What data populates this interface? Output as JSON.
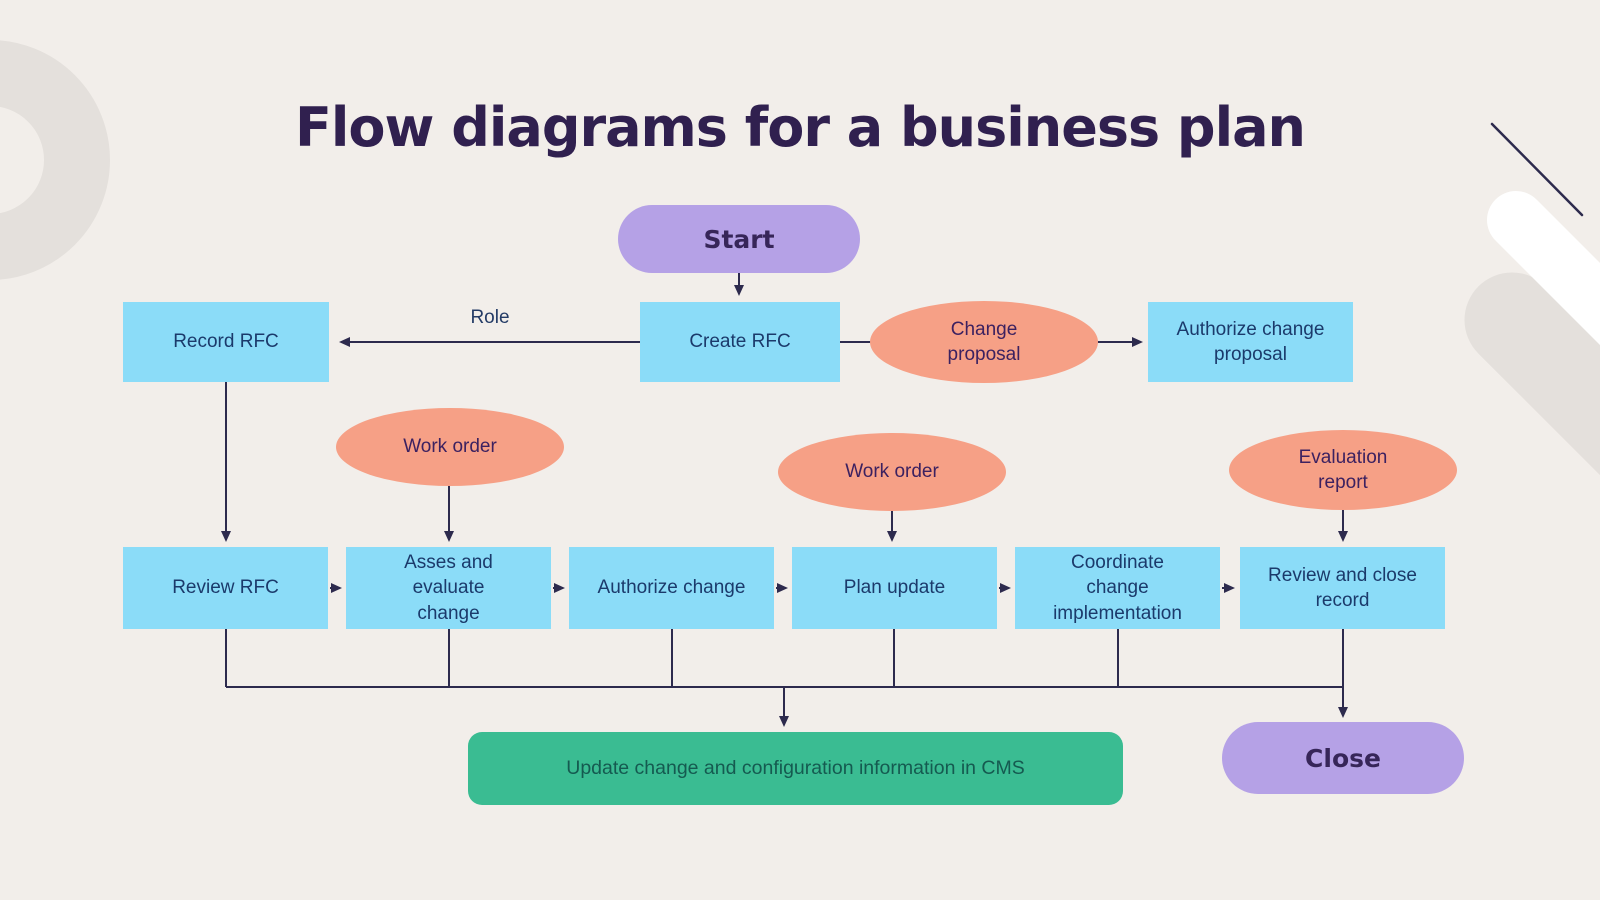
{
  "title": "Flow diagrams for a business plan",
  "edge_labels": {
    "role": "Role"
  },
  "nodes": {
    "start": "Start",
    "record_rfc": "Record RFC",
    "create_rfc": "Create RFC",
    "change_proposal": "Change proposal",
    "authorize_change_proposal": "Authorize change proposal",
    "work_order_left": "Work order",
    "work_order_mid": "Work order",
    "evaluation_report": "Evaluation report",
    "review_rfc": "Review RFC",
    "asses_and_evaluate_change": "Asses and evaluate change",
    "authorize_change": "Authorize change",
    "plan_update": "Plan update",
    "coordinate_change_implementation": "Coordinate change implementation",
    "review_and_close_record": "Review and close record",
    "update_cms": "Update change and configuration information in CMS",
    "close": "Close"
  },
  "colors": {
    "background": "#f2eeea",
    "process_fill": "#8bdcf8",
    "terminator_fill": "#b5a1e6",
    "data_fill": "#f6a086",
    "cms_fill": "#3abc92",
    "connector": "#2d2a4d",
    "process_text": "#1b3a6b",
    "data_text": "#3c2160",
    "terminator_text": "#372659",
    "cms_text": "#155a50",
    "title_text": "#30204f",
    "decoration_gray": "#e4e0dc"
  },
  "decorations": [
    "ring",
    "diagonal-line",
    "white-capsule",
    "gray-capsule"
  ]
}
